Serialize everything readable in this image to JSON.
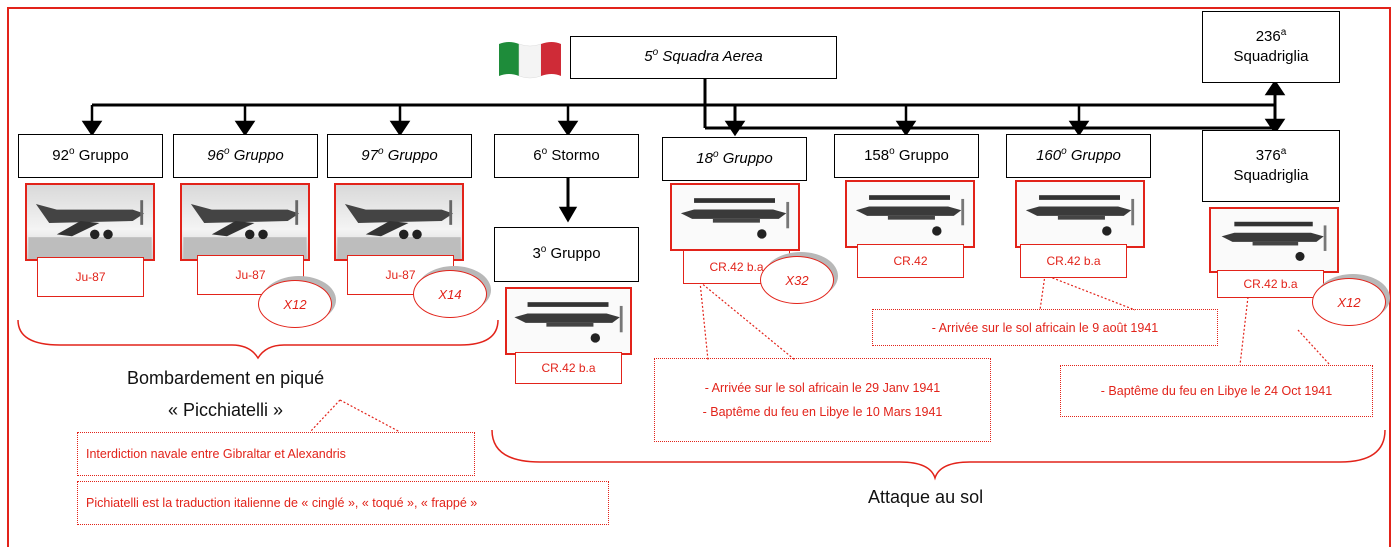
{
  "root": {
    "prefix": "5",
    "sup": "o",
    "text": "Squadra  Aerea"
  },
  "squadriglie": [
    {
      "prefix": "236",
      "sup": "a",
      "text": "Squadriglia"
    },
    {
      "prefix": "376",
      "sup": "a",
      "text": "Squadriglia"
    }
  ],
  "units": [
    {
      "prefix": "92",
      "sup": "o",
      "text": "Gruppo"
    },
    {
      "prefix": "96",
      "sup": "o",
      "text": "Gruppo"
    },
    {
      "prefix": "97",
      "sup": "o",
      "text": "Gruppo"
    },
    {
      "prefix": "6",
      "sup": "o",
      "text": "Stormo"
    },
    {
      "prefix": "18",
      "sup": "o",
      "text": "Gruppo"
    },
    {
      "prefix": "158",
      "sup": "o",
      "text": "Gruppo"
    },
    {
      "prefix": "160",
      "sup": "o",
      "text": "Gruppo"
    }
  ],
  "subunit": {
    "prefix": "3",
    "sup": "o",
    "text": "Gruppo"
  },
  "aircraft": [
    "Ju-87",
    "Ju-87",
    "Ju-87",
    "CR.42 b.a",
    "CR.42 b.a",
    "CR.42",
    "CR.42 b.a",
    "CR.42 b.a"
  ],
  "counts": [
    "X12",
    "X14",
    "X32",
    "X12"
  ],
  "notes": {
    "n18": [
      "- Arrivée sur le sol africain le 29 Janv 1941",
      "- Baptême du feu en Libye le 10 Mars 1941"
    ],
    "n160": "- Arrivée sur le sol africain le 9 août 1941",
    "n376": "-  Baptême du feu en Libye le 24 Oct 1941",
    "naval": "Interdiction navale entre Gibraltar et Alexandris",
    "pichi": "Pichiatelli est la traduction italienne de « cinglé », « toqué », « frappé »"
  },
  "groups": {
    "dive_line1": "Bombardement en piqué",
    "dive_line2": "« Picchiatelli »",
    "ground": "Attaque au sol"
  },
  "colors": {
    "accent": "#e2231a",
    "flag_green": "#1e8c3a",
    "flag_red": "#cf2b37"
  }
}
